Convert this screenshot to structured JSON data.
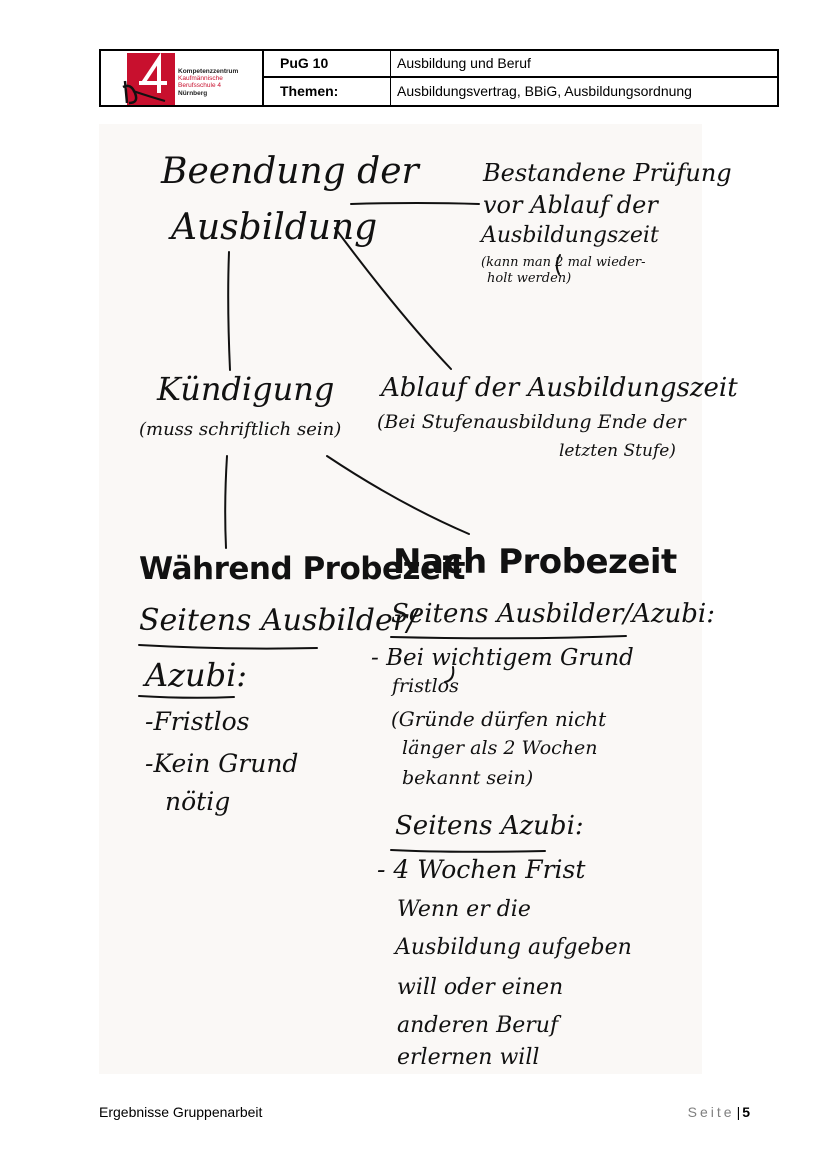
{
  "header": {
    "logo": {
      "line1": "Kompetenzzentrum",
      "line2": "Kaufmännische",
      "line3": "Berufsschule 4",
      "line4": "Nürnberg",
      "colors": {
        "accent": "#c8102e",
        "ink": "#222222"
      }
    },
    "row1_label": "PuG 10",
    "row1_value": "Ausbildung und Beruf",
    "row2_label": "Themen:",
    "row2_value": "Ausbildungsvertrag, BBiG, Ausbildungsordnung"
  },
  "notes": {
    "root_line1": "Beendung der",
    "root_line2": "Ausbildung",
    "exam_lines": [
      "Bestandene Prüfung",
      "vor Ablauf der",
      "Ausbildungszeit",
      "(kann man 2 mal wieder-",
      "holt werden)"
    ],
    "expiry_line1": "Ablauf der Ausbildungszeit",
    "expiry_line2": "(Bei Stufenausbildung Ende der",
    "expiry_line3": "letzten Stufe)",
    "termination": "Kündigung",
    "termination_note": "(muss schriftlich sein)",
    "during": {
      "title": "Während Probezeit",
      "sub1": "Seitens Ausbilder/",
      "sub2": "Azubi:",
      "items": [
        "-Fristlos",
        "-Kein Grund",
        "nötig"
      ]
    },
    "after": {
      "title": "Nach Probezeit",
      "sub": "Seitens Ausbilder/Azubi:",
      "items": [
        "- Bei wichtigem Grund",
        "fristlos",
        "(Gründe dürfen nicht",
        "länger als 2 Wochen",
        "bekannt sein)"
      ],
      "sub2": "Seitens Azubi:",
      "items2": [
        "- 4 Wochen Frist",
        "Wenn er die",
        "Ausbildung aufgeben",
        "will oder einen",
        "anderen Beruf",
        "erlernen will"
      ]
    }
  },
  "footer": {
    "left": "Ergebnisse Gruppenarbeit",
    "seite": "Seite",
    "separator": "|",
    "page": "5"
  }
}
